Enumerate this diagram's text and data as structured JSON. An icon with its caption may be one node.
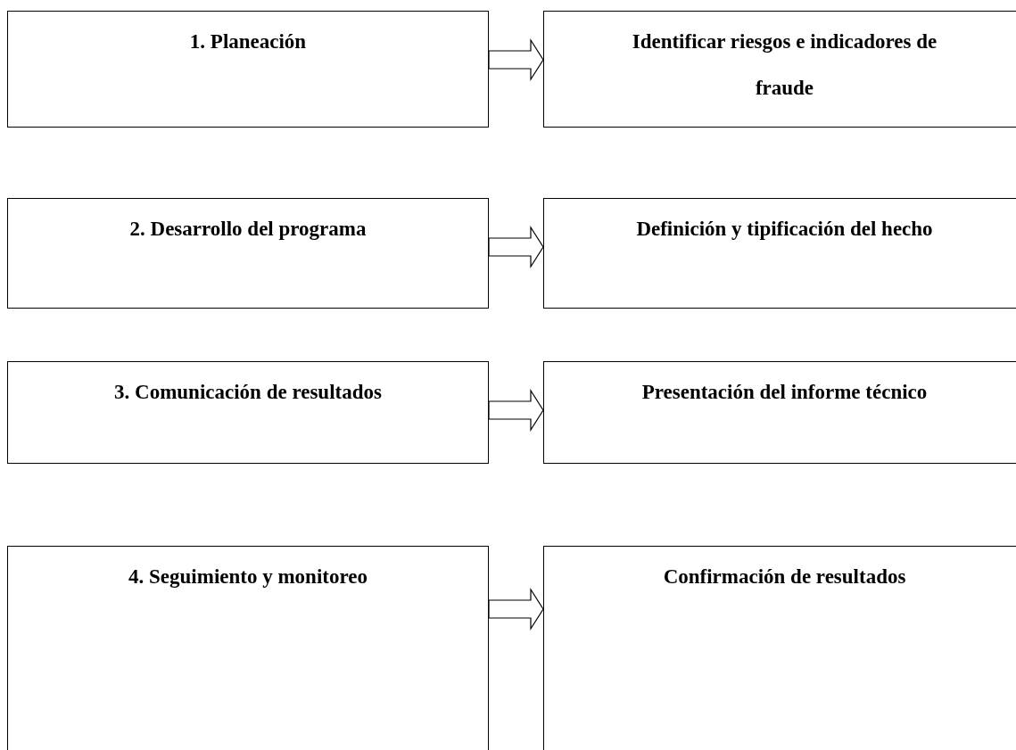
{
  "diagram": {
    "nodes": [
      {
        "text": [
          "1. Planeación"
        ]
      },
      {
        "text": [
          "Identificar riesgos e indicadores de fraude"
        ]
      },
      {
        "text": [
          "2. Desarrollo del programa"
        ]
      },
      {
        "text": [
          "Definición y tipificación del hecho"
        ]
      },
      {
        "text": [
          "3. Comunicación de resultados"
        ]
      },
      {
        "text": [
          "Presentación del informe técnico"
        ]
      },
      {
        "text": [
          "4. Seguimiento y monitoreo"
        ]
      },
      {
        "text": [
          "Confirmación de resultados"
        ]
      }
    ],
    "edges": [
      {
        "from": 0,
        "to": 1,
        "arrow": "to"
      },
      {
        "from": 2,
        "to": 3,
        "arrow": "to"
      },
      {
        "from": 4,
        "to": 5,
        "arrow": "to"
      },
      {
        "from": 6,
        "to": 7,
        "arrow": "to"
      }
    ]
  }
}
